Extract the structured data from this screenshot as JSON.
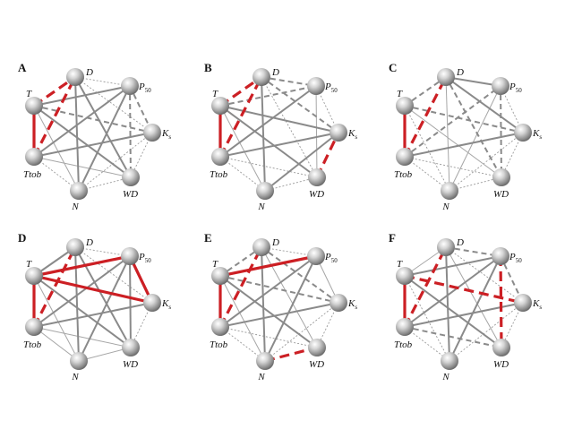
{
  "nodes": [
    {
      "id": "D",
      "label": "D",
      "sub": ""
    },
    {
      "id": "P50",
      "label": "P",
      "sub": "50"
    },
    {
      "id": "Ks",
      "label": "K",
      "sub": "s"
    },
    {
      "id": "WD",
      "label": "WD",
      "sub": ""
    },
    {
      "id": "N",
      "label": "N",
      "sub": ""
    },
    {
      "id": "Ttob",
      "label": "Ttob",
      "sub": ""
    },
    {
      "id": "T",
      "label": "T",
      "sub": ""
    }
  ],
  "panels": [
    {
      "letter": "A",
      "edges": [
        {
          "a": "T",
          "b": "Ttob",
          "style": "red-solid"
        },
        {
          "a": "T",
          "b": "D",
          "style": "red-dashed"
        },
        {
          "a": "Ttob",
          "b": "D",
          "style": "red-dashed"
        },
        {
          "a": "T",
          "b": "P50",
          "style": "gray-solid"
        },
        {
          "a": "T",
          "b": "WD",
          "style": "gray-solid"
        },
        {
          "a": "Ttob",
          "b": "P50",
          "style": "gray-solid"
        },
        {
          "a": "D",
          "b": "N",
          "style": "gray-solid"
        },
        {
          "a": "N",
          "b": "P50",
          "style": "gray-solid"
        },
        {
          "a": "Ttob",
          "b": "Ks",
          "style": "gray-solid"
        },
        {
          "a": "D",
          "b": "WD",
          "style": "gray-solid"
        },
        {
          "a": "T",
          "b": "N",
          "style": "gray-thin"
        },
        {
          "a": "Ttob",
          "b": "WD",
          "style": "gray-thin"
        },
        {
          "a": "P50",
          "b": "Ks",
          "style": "gray-dashed"
        },
        {
          "a": "P50",
          "b": "WD",
          "style": "gray-dashed"
        },
        {
          "a": "T",
          "b": "Ks",
          "style": "gray-dashed"
        },
        {
          "a": "Ttob",
          "b": "N",
          "style": "gray-dotted"
        },
        {
          "a": "D",
          "b": "P50",
          "style": "gray-dotted"
        },
        {
          "a": "D",
          "b": "Ks",
          "style": "gray-dotted"
        },
        {
          "a": "Ks",
          "b": "WD",
          "style": "gray-dotted"
        },
        {
          "a": "N",
          "b": "Ks",
          "style": "gray-dotted"
        },
        {
          "a": "N",
          "b": "WD",
          "style": "gray-dotted"
        }
      ]
    },
    {
      "letter": "B",
      "edges": [
        {
          "a": "T",
          "b": "Ttob",
          "style": "red-solid"
        },
        {
          "a": "T",
          "b": "D",
          "style": "red-dashed"
        },
        {
          "a": "Ttob",
          "b": "D",
          "style": "red-dashed"
        },
        {
          "a": "WD",
          "b": "Ks",
          "style": "red-dashed"
        },
        {
          "a": "T",
          "b": "WD",
          "style": "gray-solid"
        },
        {
          "a": "Ttob",
          "b": "Ks",
          "style": "gray-solid"
        },
        {
          "a": "T",
          "b": "Ks",
          "style": "gray-solid"
        },
        {
          "a": "Ttob",
          "b": "P50",
          "style": "gray-solid"
        },
        {
          "a": "D",
          "b": "N",
          "style": "gray-solid"
        },
        {
          "a": "N",
          "b": "Ks",
          "style": "gray-solid"
        },
        {
          "a": "T",
          "b": "P50",
          "style": "gray-dashed"
        },
        {
          "a": "D",
          "b": "P50",
          "style": "gray-dashed"
        },
        {
          "a": "D",
          "b": "Ks",
          "style": "gray-dashed"
        },
        {
          "a": "T",
          "b": "N",
          "style": "gray-thin"
        },
        {
          "a": "P50",
          "b": "WD",
          "style": "gray-thin"
        },
        {
          "a": "Ttob",
          "b": "WD",
          "style": "gray-dotted"
        },
        {
          "a": "Ttob",
          "b": "N",
          "style": "gray-dotted"
        },
        {
          "a": "P50",
          "b": "Ks",
          "style": "gray-dotted"
        },
        {
          "a": "D",
          "b": "WD",
          "style": "gray-dotted"
        },
        {
          "a": "N",
          "b": "WD",
          "style": "gray-dotted"
        }
      ]
    },
    {
      "letter": "C",
      "edges": [
        {
          "a": "T",
          "b": "Ttob",
          "style": "red-solid"
        },
        {
          "a": "Ttob",
          "b": "D",
          "style": "red-dashed"
        },
        {
          "a": "D",
          "b": "Ks",
          "style": "gray-solid"
        },
        {
          "a": "D",
          "b": "P50",
          "style": "gray-solid"
        },
        {
          "a": "Ttob",
          "b": "Ks",
          "style": "gray-solid"
        },
        {
          "a": "T",
          "b": "Ks",
          "style": "gray-dashed"
        },
        {
          "a": "D",
          "b": "WD",
          "style": "gray-dashed"
        },
        {
          "a": "P50",
          "b": "WD",
          "style": "gray-dashed"
        },
        {
          "a": "T",
          "b": "D",
          "style": "gray-dashed"
        },
        {
          "a": "Ttob",
          "b": "P50",
          "style": "gray-dashed"
        },
        {
          "a": "T",
          "b": "WD",
          "style": "gray-thin"
        },
        {
          "a": "N",
          "b": "P50",
          "style": "gray-thin"
        },
        {
          "a": "D",
          "b": "N",
          "style": "gray-thin"
        },
        {
          "a": "T",
          "b": "N",
          "style": "gray-dotted"
        },
        {
          "a": "Ttob",
          "b": "N",
          "style": "gray-dotted"
        },
        {
          "a": "Ttob",
          "b": "WD",
          "style": "gray-dotted"
        },
        {
          "a": "Ks",
          "b": "WD",
          "style": "gray-dotted"
        },
        {
          "a": "N",
          "b": "Ks",
          "style": "gray-dotted"
        },
        {
          "a": "N",
          "b": "WD",
          "style": "gray-dotted"
        },
        {
          "a": "P50",
          "b": "Ks",
          "style": "gray-dotted"
        }
      ]
    },
    {
      "letter": "D",
      "edges": [
        {
          "a": "T",
          "b": "Ttob",
          "style": "red-solid"
        },
        {
          "a": "T",
          "b": "P50",
          "style": "red-solid"
        },
        {
          "a": "T",
          "b": "Ks",
          "style": "red-solid"
        },
        {
          "a": "P50",
          "b": "Ks",
          "style": "red-solid"
        },
        {
          "a": "Ttob",
          "b": "D",
          "style": "red-dashed"
        },
        {
          "a": "T",
          "b": "WD",
          "style": "gray-solid"
        },
        {
          "a": "Ttob",
          "b": "Ks",
          "style": "gray-solid"
        },
        {
          "a": "Ttob",
          "b": "P50",
          "style": "gray-solid"
        },
        {
          "a": "D",
          "b": "WD",
          "style": "gray-solid"
        },
        {
          "a": "D",
          "b": "N",
          "style": "gray-solid"
        },
        {
          "a": "N",
          "b": "P50",
          "style": "gray-solid"
        },
        {
          "a": "P50",
          "b": "WD",
          "style": "gray-solid"
        },
        {
          "a": "T",
          "b": "D",
          "style": "gray-solid"
        },
        {
          "a": "T",
          "b": "N",
          "style": "gray-thin"
        },
        {
          "a": "Ttob",
          "b": "WD",
          "style": "gray-thin"
        },
        {
          "a": "Ttob",
          "b": "N",
          "style": "gray-thin"
        },
        {
          "a": "N",
          "b": "WD",
          "style": "gray-thin"
        },
        {
          "a": "D",
          "b": "P50",
          "style": "gray-dotted"
        },
        {
          "a": "D",
          "b": "Ks",
          "style": "gray-dotted"
        },
        {
          "a": "Ks",
          "b": "WD",
          "style": "gray-dotted"
        }
      ]
    },
    {
      "letter": "E",
      "edges": [
        {
          "a": "T",
          "b": "Ttob",
          "style": "red-solid"
        },
        {
          "a": "T",
          "b": "P50",
          "style": "red-solid"
        },
        {
          "a": "Ttob",
          "b": "D",
          "style": "red-dashed"
        },
        {
          "a": "N",
          "b": "WD",
          "style": "red-dashed"
        },
        {
          "a": "Ttob",
          "b": "Ks",
          "style": "gray-solid"
        },
        {
          "a": "T",
          "b": "WD",
          "style": "gray-solid"
        },
        {
          "a": "Ttob",
          "b": "P50",
          "style": "gray-solid"
        },
        {
          "a": "D",
          "b": "N",
          "style": "gray-solid"
        },
        {
          "a": "N",
          "b": "P50",
          "style": "gray-solid"
        },
        {
          "a": "T",
          "b": "Ks",
          "style": "gray-dashed"
        },
        {
          "a": "D",
          "b": "Ks",
          "style": "gray-dashed"
        },
        {
          "a": "T",
          "b": "D",
          "style": "gray-dashed"
        },
        {
          "a": "D",
          "b": "WD",
          "style": "gray-thin"
        },
        {
          "a": "T",
          "b": "N",
          "style": "gray-thin"
        },
        {
          "a": "P50",
          "b": "Ks",
          "style": "gray-thin"
        },
        {
          "a": "Ttob",
          "b": "N",
          "style": "gray-dotted"
        },
        {
          "a": "Ttob",
          "b": "WD",
          "style": "gray-dotted"
        },
        {
          "a": "D",
          "b": "P50",
          "style": "gray-dotted"
        },
        {
          "a": "Ks",
          "b": "WD",
          "style": "gray-dotted"
        },
        {
          "a": "N",
          "b": "Ks",
          "style": "gray-dotted"
        }
      ]
    },
    {
      "letter": "F",
      "edges": [
        {
          "a": "T",
          "b": "Ttob",
          "style": "red-solid"
        },
        {
          "a": "Ttob",
          "b": "D",
          "style": "red-dashed"
        },
        {
          "a": "P50",
          "b": "WD",
          "style": "red-dashed"
        },
        {
          "a": "T",
          "b": "Ks",
          "style": "red-dashed"
        },
        {
          "a": "T",
          "b": "P50",
          "style": "gray-solid"
        },
        {
          "a": "Ttob",
          "b": "P50",
          "style": "gray-solid"
        },
        {
          "a": "N",
          "b": "P50",
          "style": "gray-solid"
        },
        {
          "a": "D",
          "b": "N",
          "style": "gray-solid"
        },
        {
          "a": "Ttob",
          "b": "Ks",
          "style": "gray-solid"
        },
        {
          "a": "T",
          "b": "WD",
          "style": "gray-solid"
        },
        {
          "a": "D",
          "b": "P50",
          "style": "gray-dashed"
        },
        {
          "a": "P50",
          "b": "Ks",
          "style": "gray-dashed"
        },
        {
          "a": "Ttob",
          "b": "WD",
          "style": "gray-dashed"
        },
        {
          "a": "T",
          "b": "D",
          "style": "gray-thin"
        },
        {
          "a": "D",
          "b": "WD",
          "style": "gray-thin"
        },
        {
          "a": "T",
          "b": "N",
          "style": "gray-dotted"
        },
        {
          "a": "Ttob",
          "b": "N",
          "style": "gray-dotted"
        },
        {
          "a": "Ks",
          "b": "WD",
          "style": "gray-dotted"
        },
        {
          "a": "N",
          "b": "Ks",
          "style": "gray-dotted"
        },
        {
          "a": "D",
          "b": "Ks",
          "style": "gray-dotted"
        }
      ]
    }
  ],
  "edge_styles": {
    "red-solid": {
      "color": "#cc1f24"
    },
    "red-dashed": {
      "color": "#cc1f24"
    },
    "gray-solid": {
      "color": "#8a8a8a"
    },
    "gray-dashed": {
      "color": "#8a8a8a"
    },
    "gray-thin": {
      "color": "#a6a6a6"
    },
    "gray-dotted": {
      "color": "#9a9a9a"
    }
  }
}
